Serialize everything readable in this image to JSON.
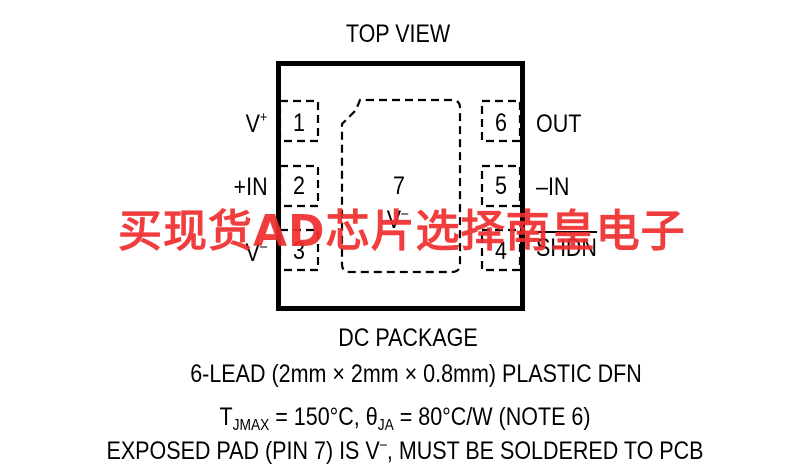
{
  "header": {
    "title": "TOP VIEW"
  },
  "pins": {
    "p1": {
      "num": "1",
      "label": "V",
      "sup": "+"
    },
    "p2": {
      "num": "2",
      "label": "+IN"
    },
    "p3": {
      "num": "3",
      "label": "V",
      "sup": "–"
    },
    "p4": {
      "num": "4",
      "label": "SHDN"
    },
    "p5": {
      "num": "5",
      "label": "–IN"
    },
    "p6": {
      "num": "6",
      "label": "OUT"
    },
    "p7": {
      "num": "7",
      "label": "V",
      "sup": "–"
    }
  },
  "package": {
    "name": "DC PACKAGE",
    "desc": "6-LEAD (2mm × 2mm × 0.8mm) PLASTIC DFN",
    "thermal_t": "T",
    "thermal_t_sub": "JMAX",
    "thermal_mid": " = 150°C, ",
    "thermal_theta": "θ",
    "thermal_theta_sub": "JA",
    "thermal_end": " = 80°C/W (NOTE 6)",
    "exposed_pre": "EXPOSED PAD (PIN 7) IS V",
    "exposed_sup": "–",
    "exposed_post": ", MUST BE SOLDERED TO PCB"
  },
  "watermark": "买现货AD芯片选择南皇电子"
}
